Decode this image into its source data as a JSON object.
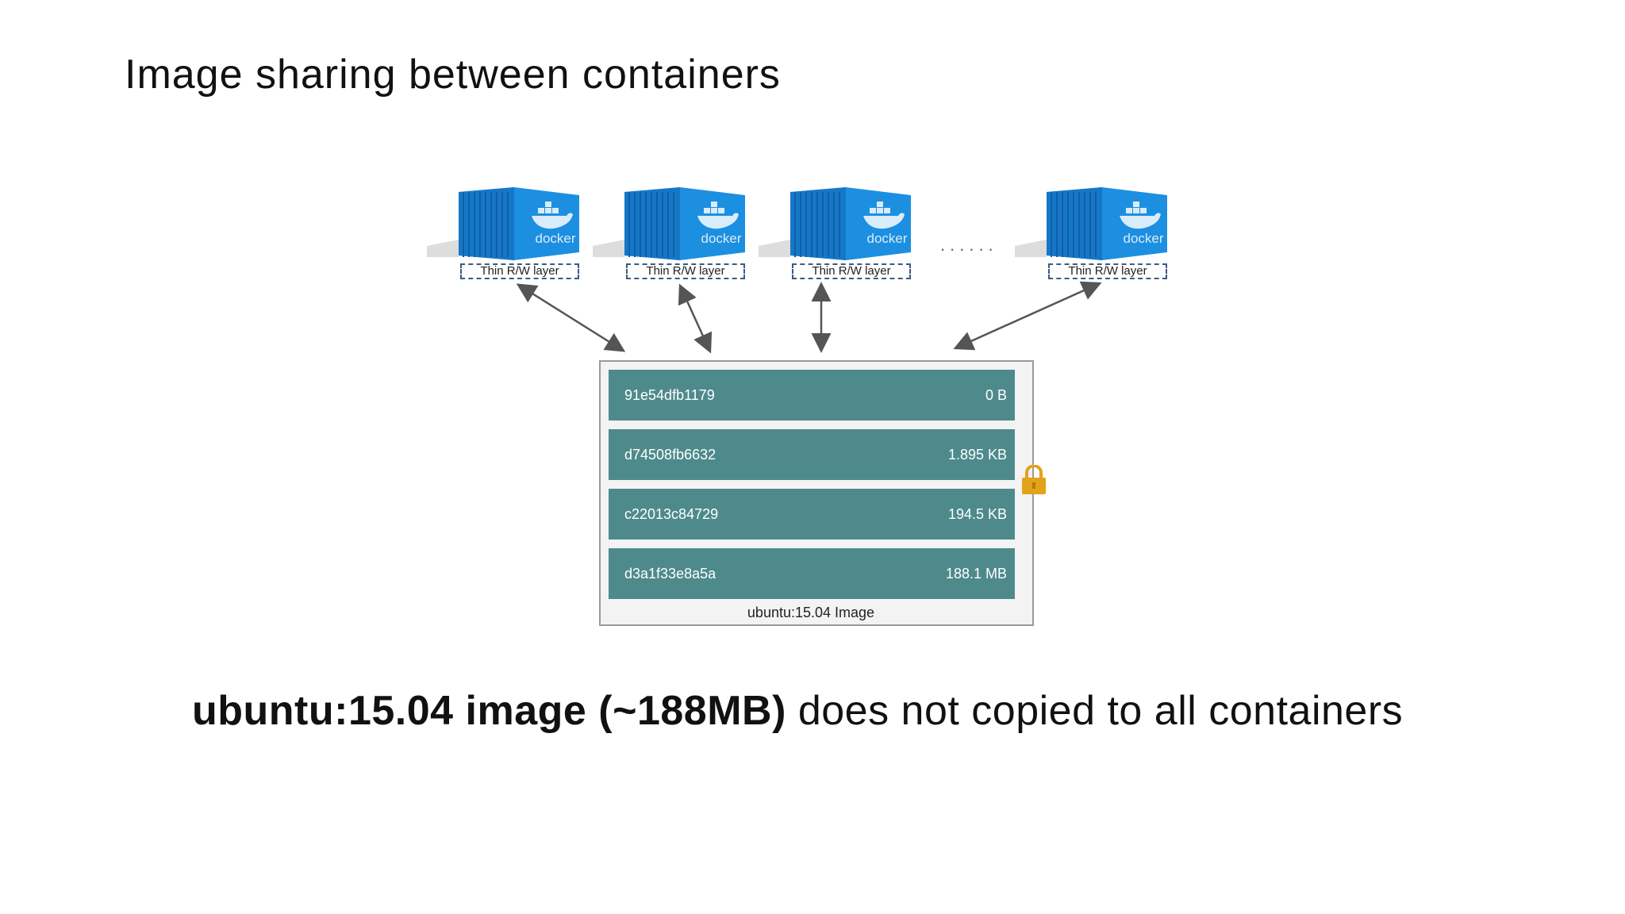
{
  "title": "Image sharing between containers",
  "containers": [
    {
      "logo": "docker",
      "layer_label": "Thin R/W layer"
    },
    {
      "logo": "docker",
      "layer_label": "Thin R/W layer"
    },
    {
      "logo": "docker",
      "layer_label": "Thin R/W layer"
    },
    {
      "logo": "docker",
      "layer_label": "Thin R/W layer"
    }
  ],
  "ellipsis": "......",
  "image": {
    "caption": "ubuntu:15.04 Image",
    "layers": [
      {
        "id": "91e54dfb1179",
        "size": "0 B"
      },
      {
        "id": "d74508fb6632",
        "size": "1.895 KB"
      },
      {
        "id": "c22013c84729",
        "size": "194.5 KB"
      },
      {
        "id": "d3a1f33e8a5a",
        "size": "188.1 MB"
      }
    ],
    "lock_icon": "lock-icon"
  },
  "footer": {
    "bold_text": "ubuntu:15.04 image (~188MB)",
    "normal_text": " does not copied to all containers"
  },
  "colors": {
    "container_blue": "#1c8fe0",
    "layer_teal": "#4e8a8c",
    "lock_gold": "#e2a21a"
  }
}
